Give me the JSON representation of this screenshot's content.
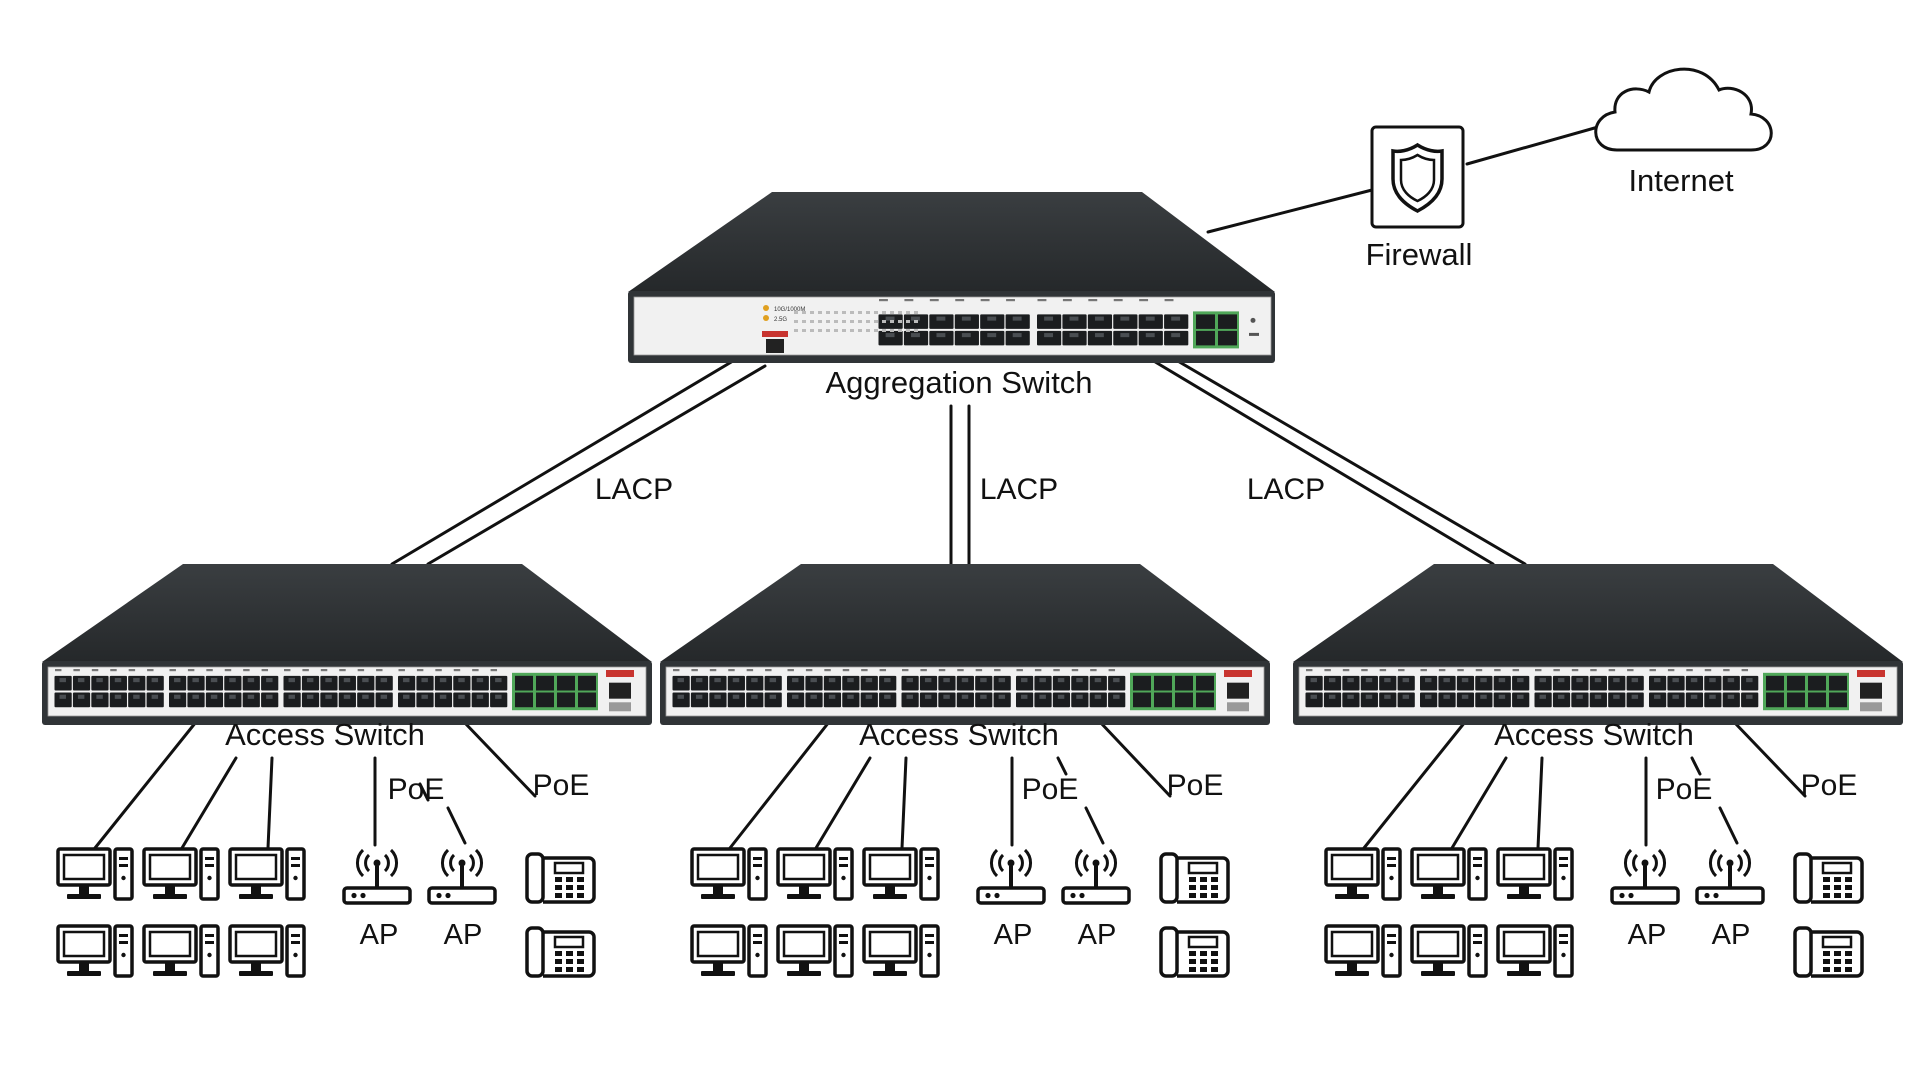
{
  "labels": {
    "internet": "Internet",
    "firewall": "Firewall",
    "aggregation": "Aggregation Switch",
    "access": "Access Switch",
    "lacp": "LACP",
    "poe": "PoE",
    "ap": "AP"
  },
  "aggregation_switch": {
    "copper_ports": 24,
    "sfp_ports": 4,
    "panel_legend": [
      "10G/1000M",
      "2.5G"
    ]
  },
  "access_switches": [
    {
      "copper_ports": 48,
      "sfp_ports": 8,
      "pcs": 6,
      "access_points": 2,
      "phones": 2
    },
    {
      "copper_ports": 48,
      "sfp_ports": 8,
      "pcs": 6,
      "access_points": 2,
      "phones": 2
    },
    {
      "copper_ports": 48,
      "sfp_ports": 8,
      "pcs": 6,
      "access_points": 2,
      "phones": 2
    }
  ],
  "colors": {
    "line": "#111111",
    "chassis": "#303437",
    "panel": "#f1f1f1",
    "sfp_green": "#3e9e48",
    "console_red": "#c8342f"
  },
  "icons": [
    "cloud-icon",
    "shield-icon",
    "network-switch-icon",
    "desktop-pc-icon",
    "wireless-ap-icon",
    "desk-phone-icon"
  ]
}
